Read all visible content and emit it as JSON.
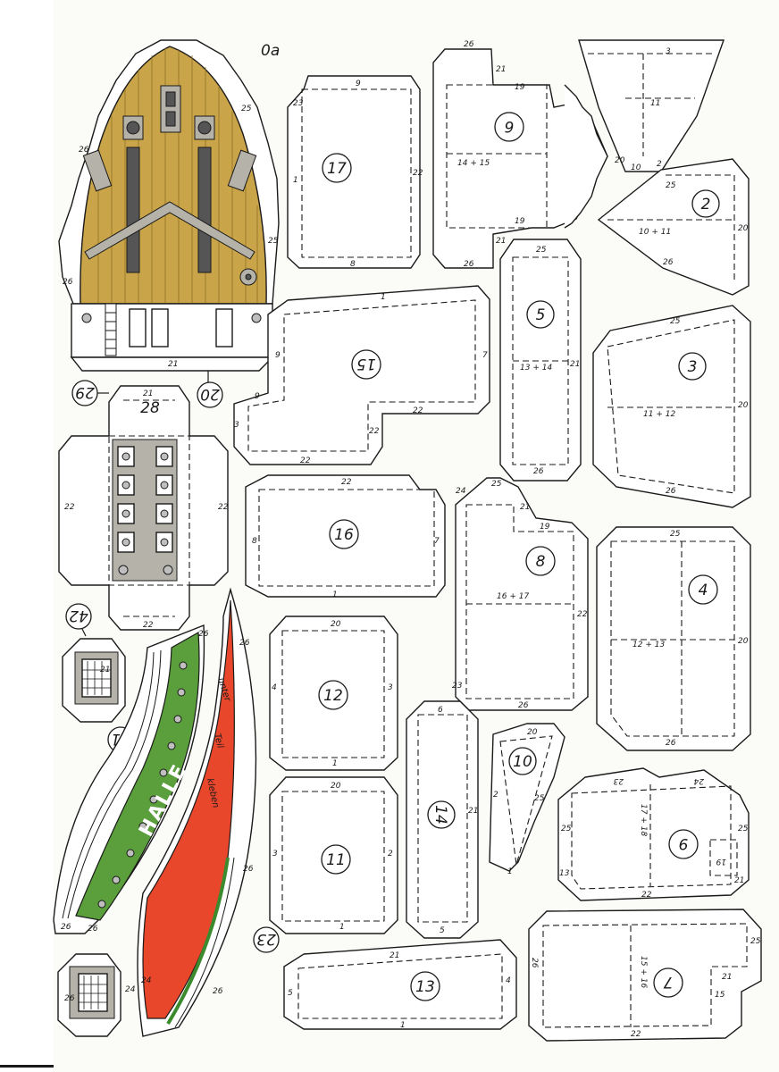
{
  "sheet": {
    "corner_mark": "0a",
    "hull_name": "HALLE",
    "instructions": [
      "unter",
      "Teil",
      "kleben"
    ]
  },
  "parts": {
    "p1_circle": "20",
    "p2_circle": "29",
    "p17": {
      "number": "17",
      "labels": [
        "9",
        "23",
        "22",
        "1",
        "8"
      ]
    },
    "p6a": {
      "number": "6",
      "labels": [
        "14 + 15",
        "19",
        "19",
        "21",
        "21",
        "26",
        "26"
      ]
    },
    "p_top_right": {
      "labels": [
        "3",
        "11",
        "10",
        "2",
        "20"
      ]
    },
    "p2": {
      "number": "2",
      "labels": [
        "10 + 11",
        "25",
        "26",
        "20"
      ]
    },
    "p15": {
      "number": "15",
      "labels": [
        "1",
        "9",
        "7",
        "9",
        "3",
        "22",
        "22",
        "22"
      ]
    },
    "p5": {
      "number": "5",
      "labels": [
        "13 + 14",
        "25",
        "21",
        "26"
      ]
    },
    "p3": {
      "number": "3",
      "labels": [
        "11 + 12",
        "25",
        "20",
        "26"
      ]
    },
    "p_left_block": {
      "labels": [
        "28",
        "22",
        "22",
        "22",
        "21"
      ]
    },
    "p16": {
      "number": "16",
      "labels": [
        "22",
        "8",
        "7",
        "1"
      ]
    },
    "p8": {
      "number": "8",
      "labels": [
        "16 + 17",
        "24",
        "25",
        "21",
        "19",
        "22",
        "23",
        "26"
      ]
    },
    "p4": {
      "number": "4",
      "labels": [
        "12 + 13",
        "25",
        "20",
        "26"
      ]
    },
    "p42_circle": "42",
    "p21_circle": "21",
    "p_deck": {
      "labels": [
        "26",
        "25",
        "25",
        "26",
        "21"
      ]
    },
    "p12": {
      "number": "12",
      "labels": [
        "20",
        "4",
        "3",
        "1"
      ]
    },
    "p14": {
      "number": "14",
      "labels": [
        "6",
        "21",
        "5"
      ]
    },
    "p10": {
      "number": "10",
      "labels": [
        "20",
        "2",
        "25",
        "1"
      ]
    },
    "p9": {
      "number": "9",
      "labels": [
        "23",
        "24",
        "17 + 18",
        "25",
        "19",
        "22",
        "21",
        "25",
        "13"
      ]
    },
    "p11": {
      "number": "11",
      "labels": [
        "20",
        "3",
        "2",
        "1"
      ]
    },
    "p23_circle": "23",
    "p_hull": {
      "labels": [
        "26",
        "26",
        "21",
        "26",
        "26",
        "24"
      ]
    },
    "p_red": {
      "labels": [
        "26",
        "26",
        "26",
        "24"
      ]
    },
    "p13": {
      "number": "13",
      "labels": [
        "21",
        "5",
        "4",
        "1"
      ]
    },
    "p7": {
      "number": "7",
      "labels": [
        "15 + 16",
        "26",
        "25",
        "21",
        "15",
        "22"
      ]
    }
  }
}
